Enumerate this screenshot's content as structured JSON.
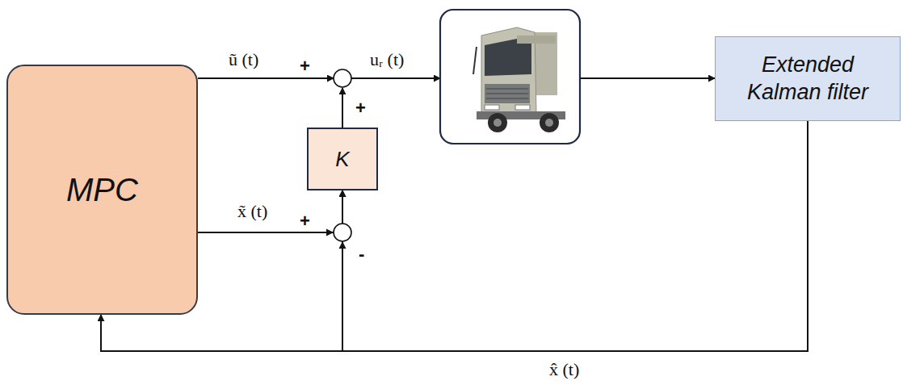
{
  "diagram": {
    "nodes": [
      {
        "text": [
          "MPC"
        ]
      },
      {
        "text": [
          "K"
        ]
      },
      {
        "text": [
          "Extended Kalman filter"
        ]
      }
    ],
    "edges": [
      {
        "from": 0,
        "to": 1,
        "arrow": "to",
        "label": "x̃ (t)"
      },
      {
        "from": 2,
        "to": 0,
        "arrow": "to",
        "label": "x̂ (t)"
      },
      {
        "from": 2,
        "to": 1,
        "arrow": "to"
      }
    ],
    "labels": [
      "ũ (t)",
      "+",
      "uᵣ (t)",
      "+",
      "+",
      "-"
    ]
  }
}
